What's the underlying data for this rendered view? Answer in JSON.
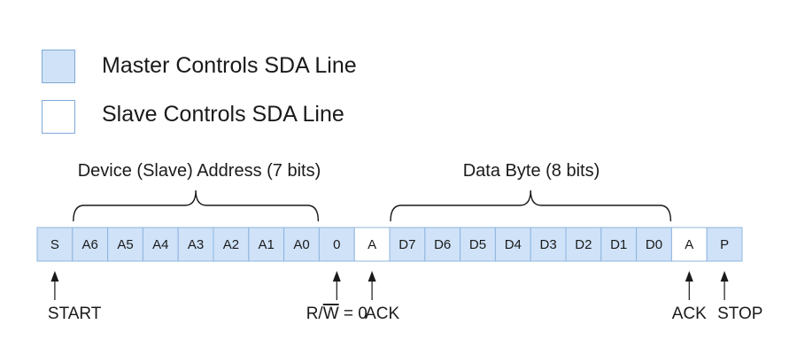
{
  "colors": {
    "master": "#cfe2f8",
    "slave": "#ffffff",
    "border": "#8fb5de",
    "line": "#1a1a1a"
  },
  "legend": [
    {
      "label": "Master Controls SDA Line",
      "owner": "master"
    },
    {
      "label": "Slave Controls SDA Line",
      "owner": "slave"
    }
  ],
  "spans": [
    {
      "label": "Device (Slave) Address (7 bits)",
      "from": 1,
      "to": 7
    },
    {
      "label": "Data Byte (8 bits)",
      "from": 10,
      "to": 17
    }
  ],
  "frame": [
    {
      "text": "S",
      "owner": "master"
    },
    {
      "text": "A6",
      "owner": "master"
    },
    {
      "text": "A5",
      "owner": "master"
    },
    {
      "text": "A4",
      "owner": "master"
    },
    {
      "text": "A3",
      "owner": "master"
    },
    {
      "text": "A2",
      "owner": "master"
    },
    {
      "text": "A1",
      "owner": "master"
    },
    {
      "text": "A0",
      "owner": "master"
    },
    {
      "text": "0",
      "owner": "master"
    },
    {
      "text": "A",
      "owner": "slave"
    },
    {
      "text": "D7",
      "owner": "master"
    },
    {
      "text": "D6",
      "owner": "master"
    },
    {
      "text": "D5",
      "owner": "master"
    },
    {
      "text": "D4",
      "owner": "master"
    },
    {
      "text": "D3",
      "owner": "master"
    },
    {
      "text": "D2",
      "owner": "master"
    },
    {
      "text": "D1",
      "owner": "master"
    },
    {
      "text": "D0",
      "owner": "master"
    },
    {
      "text": "A",
      "owner": "slave"
    },
    {
      "text": "P",
      "owner": "master"
    }
  ],
  "markers": [
    {
      "cell": 0,
      "label": "START",
      "align": "left"
    },
    {
      "cell": 8,
      "label": "R/W = 0",
      "align": "center",
      "overline": "W"
    },
    {
      "cell": 9,
      "label": "ACK",
      "align": "left"
    },
    {
      "cell": 18,
      "label": "ACK",
      "align": "center"
    },
    {
      "cell": 19,
      "label": "STOP",
      "align": "left"
    }
  ]
}
